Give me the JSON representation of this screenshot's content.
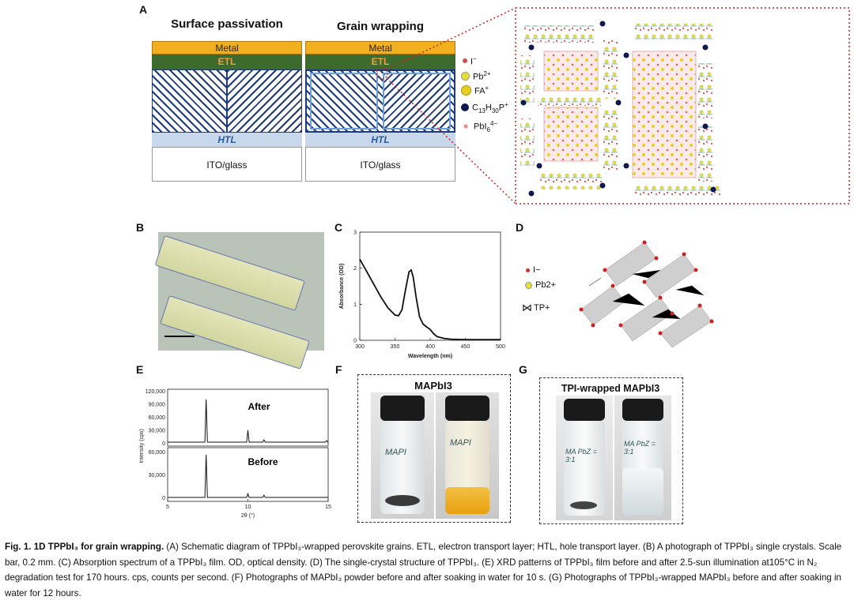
{
  "panel_a": {
    "label": "A",
    "title_left": "Surface passivation",
    "title_right": "Grain wrapping",
    "layers": {
      "metal": "Metal",
      "etl": "ETL",
      "htl": "HTL",
      "ito": "ITO/glass"
    },
    "legend": [
      {
        "sym": "I",
        "sup": "−",
        "sub": "",
        "color": "#e06060"
      },
      {
        "sym": "Pb",
        "sup": "2+",
        "sub": "",
        "color": "#e8e030"
      },
      {
        "sym": "FA",
        "sup": "+",
        "sub": "",
        "color": "#e8d020"
      },
      {
        "sym": "C13H30P",
        "sup": "+",
        "sub": "",
        "color": "#101850"
      },
      {
        "sym": "PbI6",
        "sup": "4−",
        "sub": "",
        "color": "#f0a0a0"
      }
    ]
  },
  "panel_b": {
    "label": "B"
  },
  "panel_c": {
    "label": "C"
  },
  "panel_d": {
    "label": "D",
    "legend": [
      "I−",
      "Pb2+",
      "TP+"
    ]
  },
  "panel_e": {
    "label": "E",
    "after": "After",
    "before": "Before"
  },
  "panel_f": {
    "label": "F",
    "title": "MAPbI3",
    "vial_labels": [
      "MAPI",
      "MAPI"
    ]
  },
  "panel_g": {
    "label": "G",
    "title": "TPI-wrapped MAPbI3",
    "vial_labels": [
      "MA PbZ = 3:1",
      "MA PbZ = 3:1"
    ]
  },
  "chart_data": [
    {
      "type": "line",
      "panel": "C",
      "xlabel": "Wavelength (nm)",
      "ylabel": "Absorbance (OD)",
      "xlim": [
        300,
        500
      ],
      "ylim": [
        0,
        3
      ],
      "xticks": [
        300,
        350,
        400,
        450,
        500
      ],
      "yticks": [
        0,
        1,
        2,
        3
      ],
      "series": [
        {
          "x": [
            300,
            310,
            320,
            330,
            340,
            350,
            355,
            360,
            365,
            370,
            373,
            376,
            380,
            385,
            390,
            395,
            400,
            405,
            410,
            420,
            430,
            450,
            500
          ],
          "y": [
            2.25,
            1.9,
            1.55,
            1.2,
            0.9,
            0.7,
            0.68,
            0.85,
            1.4,
            1.9,
            1.95,
            1.75,
            1.2,
            0.65,
            0.45,
            0.37,
            0.3,
            0.18,
            0.1,
            0.05,
            0.03,
            0.02,
            0.02
          ]
        }
      ]
    },
    {
      "type": "line",
      "panel": "E",
      "xlabel": "2θ (°)",
      "ylabel": "Intensity (cps)",
      "xlim": [
        5,
        15
      ],
      "xticks": [
        5,
        10,
        15
      ],
      "yticks_top": [
        "120,000",
        "90,000",
        "60,000",
        "30,000",
        "0"
      ],
      "yticks_bottom": [
        "60,000",
        "30,000",
        "0"
      ],
      "series": [
        {
          "name": "After",
          "peaks": [
            {
              "x": 7.4,
              "y": 108000
            },
            {
              "x": 10.0,
              "y": 30000
            },
            {
              "x": 11.0,
              "y": 6000
            },
            {
              "x": 14.9,
              "y": 4000
            }
          ]
        },
        {
          "name": "Before",
          "peaks": [
            {
              "x": 7.4,
              "y": 58000
            },
            {
              "x": 10.0,
              "y": 5000
            },
            {
              "x": 11.0,
              "y": 3000
            }
          ]
        }
      ]
    }
  ],
  "caption": {
    "lead": "Fig. 1. 1D TPPbI₃ for grain wrapping.",
    "body": " (A) Schematic diagram of TPPbI₃-wrapped perovskite grains. ETL, electron transport layer; HTL, hole transport layer. (B) A photograph of TPPbI₃ single crystals. Scale bar, 0.2 mm. (C) Absorption spectrum of a TPPbI₃ film. OD, optical density. (D) The single-crystal structure of TPPbI₃. (E) XRD patterns of TPPbI₃ film before and after 2.5-sun illumination at105°C in N₂ degradation test for 170 hours. cps, counts per second. (F) Photographs of MAPbI₃ powder before and after soaking in water for 10 s. (G) Photographs of TPPbI₃-wrapped MAPbI₃ before and after soaking in water for 12 hours."
  }
}
